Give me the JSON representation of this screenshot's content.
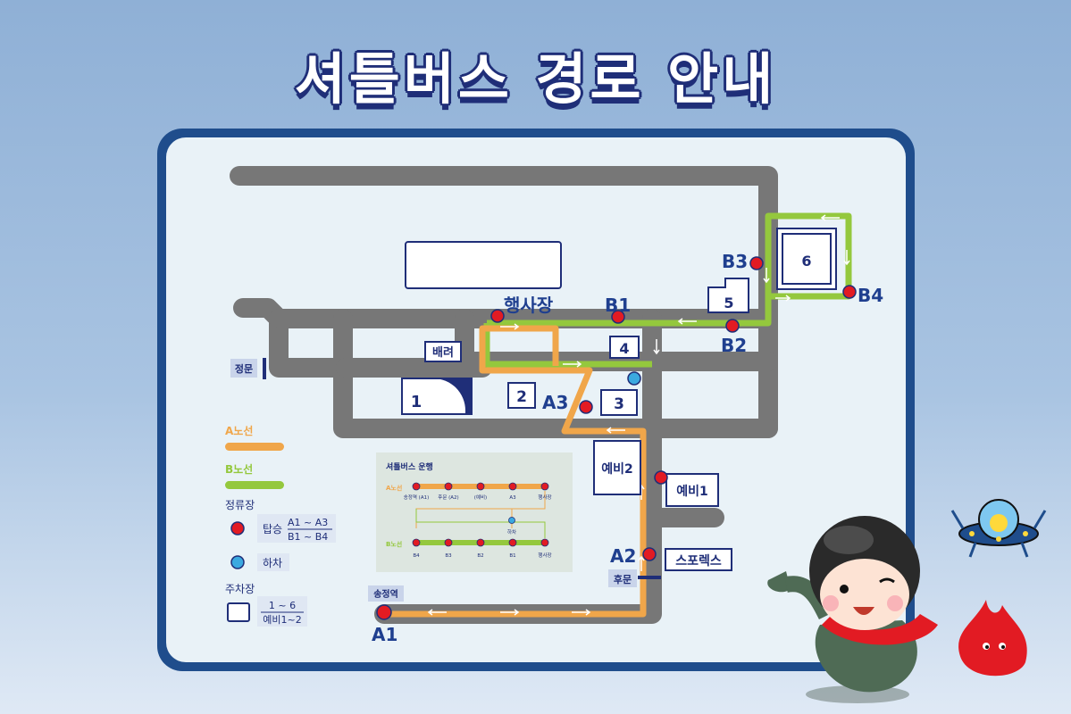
{
  "title": "셔틀버스 경로 안내",
  "colors": {
    "road": "#777777",
    "route_a": "#f0a64a",
    "route_b": "#94c83d",
    "stop_board": "#e21b23",
    "stop_alight": "#3ba9e0",
    "building_stroke": "#1f2e78",
    "frame": "#1f4d8c",
    "map_bg": "#e9f2f7"
  },
  "map": {
    "buildings": [
      {
        "id": "1",
        "label": "1"
      },
      {
        "id": "2",
        "label": "2"
      },
      {
        "id": "3",
        "label": "3"
      },
      {
        "id": "4",
        "label": "4"
      },
      {
        "id": "5",
        "label": "5"
      },
      {
        "id": "6",
        "label": "6"
      },
      {
        "id": "yebi1",
        "label": "예비1"
      },
      {
        "id": "yebi2",
        "label": "예비2"
      },
      {
        "id": "spolex",
        "label": "스포렉스"
      },
      {
        "id": "baeryeo",
        "label": "배려"
      }
    ],
    "gates": {
      "main": "정문",
      "rear": "후문"
    },
    "station_tag": "송정역",
    "stop_labels": {
      "haengsajang": "행사장",
      "A1": "A1",
      "A2": "A2",
      "A3": "A3",
      "B1": "B1",
      "B2": "B2",
      "B3": "B3",
      "B4": "B4"
    }
  },
  "legend": {
    "route_a": "A노선",
    "route_b": "B노선",
    "stop_title": "정류장",
    "board": "탑승",
    "board_a": "A1 ~ A3",
    "board_b": "B1 ~ B4",
    "alight": "하차",
    "parking_title": "주차장",
    "parking_main": "1 ~ 6",
    "parking_spare": "예비1~2"
  },
  "operation": {
    "title": "셔틀버스 운행",
    "route_a_label": "A노선",
    "route_b_label": "B노선",
    "a_stops": [
      "송정역\n(A1)",
      "후문\n(A2)",
      "(예비)",
      "A3",
      "행사장"
    ],
    "alight_label": "하차",
    "b_stops": [
      "B4",
      "B3",
      "B2",
      "B1",
      "행사장"
    ]
  },
  "icons": [
    "pilot-mascot-icon",
    "ufo-icon",
    "flame-mascot-icon"
  ]
}
